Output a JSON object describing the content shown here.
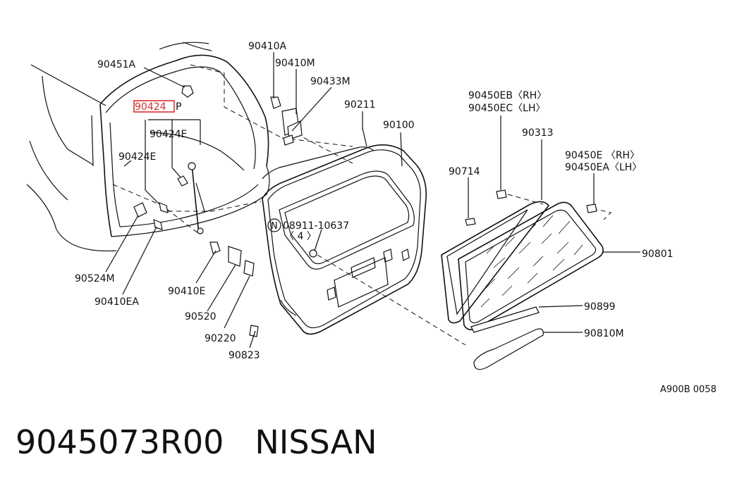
{
  "diagram": {
    "reference_code": "A900B 0058",
    "highlight_color": "#e03030",
    "labels": {
      "p90451A": "90451A",
      "p90424P_num": "90424",
      "p90424P_suffix": "P",
      "p90424E_a": "90424E",
      "p90424E_b": "90424E",
      "p90410A": "90410A",
      "p90410M": "90410M",
      "p90433M": "90433M",
      "p90211": "90211",
      "p90100": "90100",
      "p90450EB": "90450EB〈RH〉",
      "p90450EC": "90450EC〈LH〉",
      "p90313": "90313",
      "p90714": "90714",
      "p90450E": "90450E  〈RH〉",
      "p90450EA": "90450EA〈LH〉",
      "p08911_circle": "N",
      "p08911": "08911-10637",
      "p08911_qty": "〈 4 〉",
      "p90801": "90801",
      "p90899": "90899",
      "p90810M": "90810M",
      "p90524M": "90524M",
      "p90410EA": "90410EA",
      "p90410E": "90410E",
      "p90520": "90520",
      "p90220": "90220",
      "p90823": "90823"
    }
  },
  "footer": {
    "part_number": "9045073R00",
    "brand": "NISSAN"
  }
}
